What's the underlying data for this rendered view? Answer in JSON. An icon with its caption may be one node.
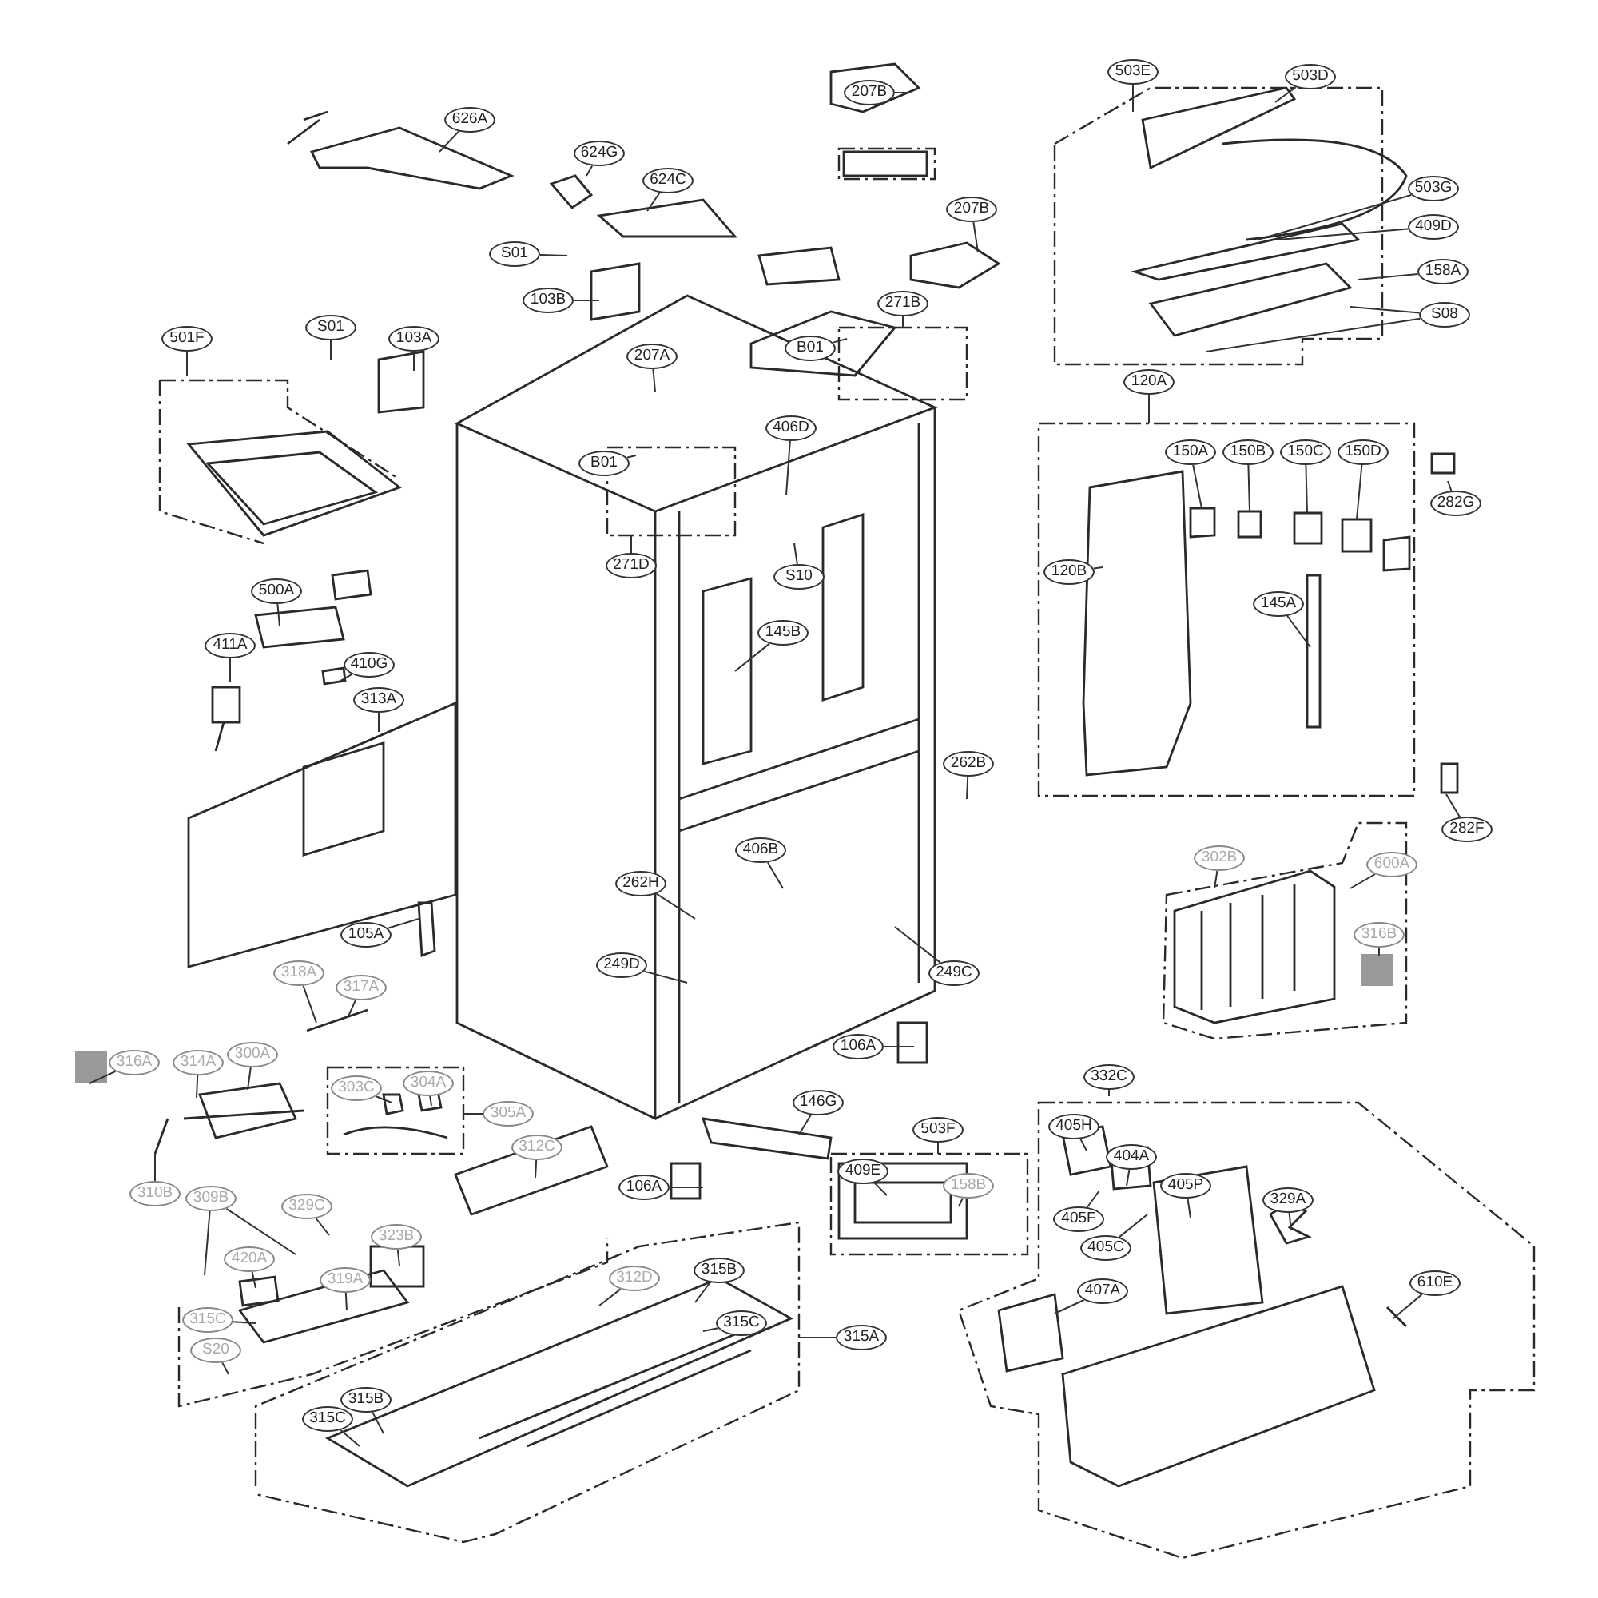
{
  "diagram": {
    "nodes": [
      {
        "text": [
          "207B"
        ]
      },
      {
        "text": [
          "626A"
        ]
      },
      {
        "text": [
          "624G"
        ]
      },
      {
        "text": [
          "624C"
        ]
      },
      {
        "text": [
          "207B"
        ]
      },
      {
        "text": [
          "S01"
        ]
      },
      {
        "text": [
          "103B"
        ]
      },
      {
        "text": [
          "271B"
        ]
      },
      {
        "text": [
          "501F"
        ]
      },
      {
        "text": [
          "S01"
        ]
      },
      {
        "text": [
          "103A"
        ]
      },
      {
        "text": [
          "207A"
        ]
      },
      {
        "text": [
          "B01"
        ]
      },
      {
        "text": [
          "406D"
        ]
      },
      {
        "text": [
          "B01"
        ]
      },
      {
        "text": [
          "271D"
        ]
      },
      {
        "text": [
          "S10"
        ]
      },
      {
        "text": [
          "145B"
        ]
      },
      {
        "text": [
          "500A"
        ]
      },
      {
        "text": [
          "411A"
        ]
      },
      {
        "text": [
          "410G"
        ]
      },
      {
        "text": [
          "313A"
        ]
      },
      {
        "text": [
          "262B"
        ]
      },
      {
        "text": [
          "406B"
        ]
      },
      {
        "text": [
          "262H"
        ]
      },
      {
        "text": [
          "105A"
        ]
      },
      {
        "text": [
          "249D"
        ]
      },
      {
        "text": [
          "249C"
        ]
      },
      {
        "text": [
          "106A"
        ]
      },
      {
        "text": [
          "146G"
        ]
      },
      {
        "text": [
          "503F"
        ]
      },
      {
        "text": [
          "106A"
        ]
      },
      {
        "text": [
          "409E"
        ]
      },
      {
        "text": [
          "158B"
        ]
      },
      {
        "text": [
          "332C"
        ]
      },
      {
        "text": [
          "405H"
        ]
      },
      {
        "text": [
          "404A"
        ]
      },
      {
        "text": [
          "405P"
        ]
      },
      {
        "text": [
          "405F"
        ]
      },
      {
        "text": [
          "405C"
        ]
      },
      {
        "text": [
          "329A"
        ]
      },
      {
        "text": [
          "407A"
        ]
      },
      {
        "text": [
          "610E"
        ]
      },
      {
        "text": [
          "315B"
        ]
      },
      {
        "text": [
          "315C"
        ]
      },
      {
        "text": [
          "315A"
        ]
      },
      {
        "text": [
          "315B"
        ]
      },
      {
        "text": [
          "315C"
        ]
      },
      {
        "text": [
          "503E"
        ]
      },
      {
        "text": [
          "503D"
        ]
      },
      {
        "text": [
          "503G"
        ]
      },
      {
        "text": [
          "409D"
        ]
      },
      {
        "text": [
          "158A"
        ]
      },
      {
        "text": [
          "S08"
        ]
      },
      {
        "text": [
          "120A"
        ]
      },
      {
        "text": [
          "150A"
        ]
      },
      {
        "text": [
          "150B"
        ]
      },
      {
        "text": [
          "150C"
        ]
      },
      {
        "text": [
          "150D"
        ]
      },
      {
        "text": [
          "120B"
        ]
      },
      {
        "text": [
          "145A"
        ]
      },
      {
        "text": [
          "282G"
        ]
      },
      {
        "text": [
          "282F"
        ]
      },
      {
        "text": [
          "302B"
        ]
      },
      {
        "text": [
          "600A"
        ]
      },
      {
        "text": [
          "316B"
        ]
      },
      {
        "text": [
          "318A"
        ]
      },
      {
        "text": [
          "317A"
        ]
      },
      {
        "text": [
          "316A"
        ]
      },
      {
        "text": [
          "314A"
        ]
      },
      {
        "text": [
          "300A"
        ]
      },
      {
        "text": [
          "303C"
        ]
      },
      {
        "text": [
          "304A"
        ]
      },
      {
        "text": [
          "305A"
        ]
      },
      {
        "text": [
          "312C"
        ]
      },
      {
        "text": [
          "310B"
        ]
      },
      {
        "text": [
          "309B"
        ]
      },
      {
        "text": [
          "420A"
        ]
      },
      {
        "text": [
          "329C"
        ]
      },
      {
        "text": [
          "323B"
        ]
      },
      {
        "text": [
          "319A"
        ]
      },
      {
        "text": [
          "315C"
        ]
      },
      {
        "text": [
          "S20"
        ]
      },
      {
        "text": [
          "312D"
        ]
      }
    ],
    "edges": [
      {
        "from": 0,
        "to": null,
        "arrow": "none"
      },
      {
        "from": 1,
        "to": null,
        "arrow": "none"
      },
      {
        "from": 2,
        "to": null,
        "arrow": "none"
      },
      {
        "from": 3,
        "to": null,
        "arrow": "none"
      },
      {
        "from": 4,
        "to": null,
        "arrow": "none"
      },
      {
        "from": 5,
        "to": null,
        "arrow": "none"
      },
      {
        "from": 6,
        "to": null,
        "arrow": "none"
      },
      {
        "from": 7,
        "to": null,
        "arrow": "none"
      },
      {
        "from": 8,
        "to": null,
        "arrow": "none"
      },
      {
        "from": 9,
        "to": null,
        "arrow": "none"
      },
      {
        "from": 10,
        "to": null,
        "arrow": "none"
      },
      {
        "from": 11,
        "to": null,
        "arrow": "none"
      },
      {
        "from": 12,
        "to": null,
        "arrow": "none"
      },
      {
        "from": 13,
        "to": null,
        "arrow": "none"
      },
      {
        "from": 14,
        "to": null,
        "arrow": "none"
      },
      {
        "from": 15,
        "to": null,
        "arrow": "none"
      },
      {
        "from": 16,
        "to": null,
        "arrow": "none"
      },
      {
        "from": 17,
        "to": null,
        "arrow": "none"
      },
      {
        "from": 18,
        "to": null,
        "arrow": "none"
      },
      {
        "from": 19,
        "to": null,
        "arrow": "none"
      },
      {
        "from": 20,
        "to": null,
        "arrow": "none"
      },
      {
        "from": 21,
        "to": null,
        "arrow": "none"
      },
      {
        "from": 22,
        "to": null,
        "arrow": "none"
      },
      {
        "from": 23,
        "to": null,
        "arrow": "none"
      },
      {
        "from": 24,
        "to": null,
        "arrow": "none"
      },
      {
        "from": 25,
        "to": null,
        "arrow": "none"
      },
      {
        "from": 26,
        "to": null,
        "arrow": "none"
      },
      {
        "from": 27,
        "to": null,
        "arrow": "none"
      },
      {
        "from": 28,
        "to": null,
        "arrow": "none"
      },
      {
        "from": 29,
        "to": null,
        "arrow": "none"
      },
      {
        "from": 30,
        "to": null,
        "arrow": "none"
      },
      {
        "from": 31,
        "to": null,
        "arrow": "none"
      },
      {
        "from": 32,
        "to": null,
        "arrow": "none"
      },
      {
        "from": 33,
        "to": null,
        "arrow": "none"
      },
      {
        "from": 34,
        "to": null,
        "arrow": "none"
      },
      {
        "from": 35,
        "to": null,
        "arrow": "none"
      },
      {
        "from": 36,
        "to": null,
        "arrow": "none"
      },
      {
        "from": 37,
        "to": null,
        "arrow": "none"
      },
      {
        "from": 38,
        "to": null,
        "arrow": "none"
      },
      {
        "from": 39,
        "to": null,
        "arrow": "none"
      },
      {
        "from": 40,
        "to": null,
        "arrow": "none"
      },
      {
        "from": 41,
        "to": null,
        "arrow": "none"
      },
      {
        "from": 42,
        "to": null,
        "arrow": "none"
      },
      {
        "from": 43,
        "to": null,
        "arrow": "none"
      },
      {
        "from": 44,
        "to": null,
        "arrow": "none"
      },
      {
        "from": 45,
        "to": null,
        "arrow": "none"
      },
      {
        "from": 46,
        "to": null,
        "arrow": "none"
      },
      {
        "from": 47,
        "to": null,
        "arrow": "none"
      },
      {
        "from": 48,
        "to": null,
        "arrow": "none"
      },
      {
        "from": 49,
        "to": null,
        "arrow": "none"
      },
      {
        "from": 50,
        "to": null,
        "arrow": "none"
      },
      {
        "from": 51,
        "to": null,
        "arrow": "none"
      },
      {
        "from": 52,
        "to": null,
        "arrow": "none"
      },
      {
        "from": 53,
        "to": null,
        "arrow": "none"
      },
      {
        "from": 53,
        "to": null,
        "arrow": "none"
      },
      {
        "from": 54,
        "to": null,
        "arrow": "none"
      },
      {
        "from": 55,
        "to": null,
        "arrow": "none"
      },
      {
        "from": 56,
        "to": null,
        "arrow": "none"
      },
      {
        "from": 57,
        "to": null,
        "arrow": "none"
      },
      {
        "from": 58,
        "to": null,
        "arrow": "none"
      },
      {
        "from": 59,
        "to": null,
        "arrow": "none"
      },
      {
        "from": 60,
        "to": null,
        "arrow": "none"
      },
      {
        "from": 61,
        "to": null,
        "arrow": "none"
      },
      {
        "from": 62,
        "to": null,
        "arrow": "none"
      },
      {
        "from": 63,
        "to": null,
        "arrow": "none"
      },
      {
        "from": 64,
        "to": null,
        "arrow": "none"
      },
      {
        "from": 65,
        "to": null,
        "arrow": "none"
      },
      {
        "from": 66,
        "to": null,
        "arrow": "none"
      },
      {
        "from": 67,
        "to": null,
        "arrow": "none"
      },
      {
        "from": 68,
        "to": null,
        "arrow": "none"
      },
      {
        "from": 69,
        "to": null,
        "arrow": "none"
      },
      {
        "from": 70,
        "to": null,
        "arrow": "none"
      },
      {
        "from": 71,
        "to": null,
        "arrow": "none"
      },
      {
        "from": 72,
        "to": null,
        "arrow": "none"
      },
      {
        "from": 73,
        "to": null,
        "arrow": "none"
      },
      {
        "from": 74,
        "to": null,
        "arrow": "none"
      },
      {
        "from": 75,
        "to": null,
        "arrow": "none"
      },
      {
        "from": 76,
        "to": null,
        "arrow": "none"
      },
      {
        "from": 76,
        "to": null,
        "arrow": "none"
      },
      {
        "from": 77,
        "to": null,
        "arrow": "none"
      },
      {
        "from": 78,
        "to": null,
        "arrow": "none"
      },
      {
        "from": 79,
        "to": null,
        "arrow": "none"
      },
      {
        "from": 80,
        "to": null,
        "arrow": "none"
      },
      {
        "from": 81,
        "to": null,
        "arrow": "none"
      },
      {
        "from": 82,
        "to": null,
        "arrow": "none"
      },
      {
        "from": 83,
        "to": null,
        "arrow": "none"
      }
    ]
  }
}
